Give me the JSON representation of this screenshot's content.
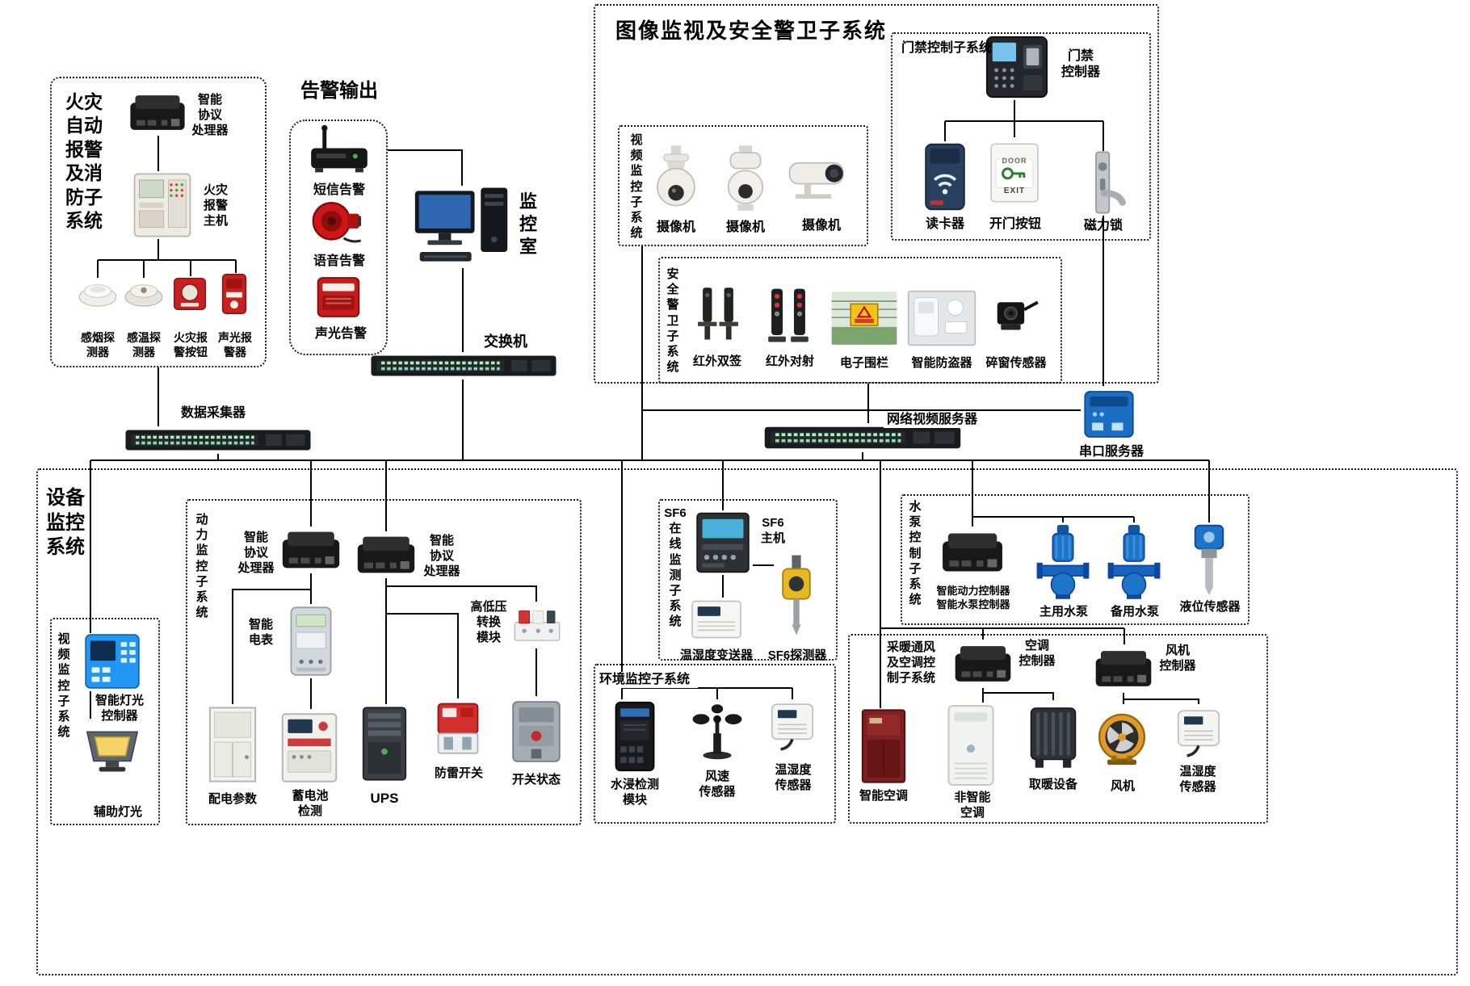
{
  "fire_system": {
    "title": "火灾\n自动\n报警\n及消\n防子\n系统",
    "processor": "智能\n协议\n处理器",
    "host": "火灾\n报警\n主机",
    "detectors": [
      {
        "label": "感烟探\n测器"
      },
      {
        "label": "感温探\n测器"
      },
      {
        "label": "火灾报\n警按钮"
      },
      {
        "label": "声光报\n警器"
      }
    ]
  },
  "alarm_output": {
    "title": "告警输出",
    "sms": "短信告警",
    "voice": "语音告警",
    "strobe": "声光告警"
  },
  "control_room": {
    "label": "监\n控\n室",
    "switch_label": "交换机"
  },
  "surveillance": {
    "title": "图像监视及安全警卫子系统",
    "access": {
      "title": "门禁控制子系统",
      "controller": "门禁\n控制器",
      "reader": "读卡器",
      "button": "开门按钮",
      "button_text_top": "DOOR",
      "button_text_bottom": "EXIT",
      "lock": "磁力锁"
    },
    "video": {
      "title": "视\n频\n监\n控\n子\n系\n统",
      "cameras": [
        {
          "label": "摄像机"
        },
        {
          "label": "摄像机"
        },
        {
          "label": "摄像机"
        }
      ]
    },
    "guard": {
      "title": "安\n全\n警\n卫\n子\n系\n统",
      "items": [
        {
          "label": "红外双签"
        },
        {
          "label": "红外对射"
        },
        {
          "label": "电子围栏"
        },
        {
          "label": "智能防盗器"
        },
        {
          "label": "碎窗传感器"
        }
      ]
    }
  },
  "backbone": {
    "data_collector": "数据采集器",
    "video_server": "网络视频服务器",
    "serial_server": "串口服务器"
  },
  "equipment": {
    "title": "设备\n监控\n系统",
    "video_sub": {
      "title": "视\n频\n监\n控\n子\n系\n统",
      "light_controller": "智能灯光\n控制器",
      "aux_light": "辅助灯光"
    },
    "power": {
      "title": "动\n力\n监\n控\n子\n系\n统",
      "processor1": "智能\n协议\n处理器",
      "processor2": "智能\n协议\n处理器",
      "meter": "智能\n电表",
      "hvlv": "高低压\n转换\n模块",
      "cabinet": "配电参数",
      "battery": "蓄电池\n检测",
      "ups": "UPS",
      "surge": "防雷开关",
      "breaker": "开关状态"
    },
    "sf6": {
      "title": "SF6\n在\n线\n监\n测\n子\n系\n统",
      "host": "SF6\n主机",
      "transmitter": "温湿度变送器",
      "detector": "SF6探测器"
    },
    "env": {
      "title": "环境监控子系统",
      "water": "水浸检测\n模块",
      "wind": "风速\n传感器",
      "temp": "温湿度\n传感器"
    },
    "pump": {
      "title": "水\n泵\n控\n制\n子\n系\n统",
      "controller": "智能动力控制器\n智能水泵控制器",
      "main": "主用水泵",
      "backup": "备用水泵",
      "level": "液位传感器"
    },
    "hvac": {
      "title": "采暖通风\n及空调控\n制子系统",
      "ac_controller": "空调\n控制器",
      "fan_controller": "风机\n控制器",
      "smart_ac": "智能空调",
      "normal_ac": "非智能\n空调",
      "heater": "取暖设备",
      "fan": "风机",
      "temp": "温湿度\n传感器"
    }
  }
}
